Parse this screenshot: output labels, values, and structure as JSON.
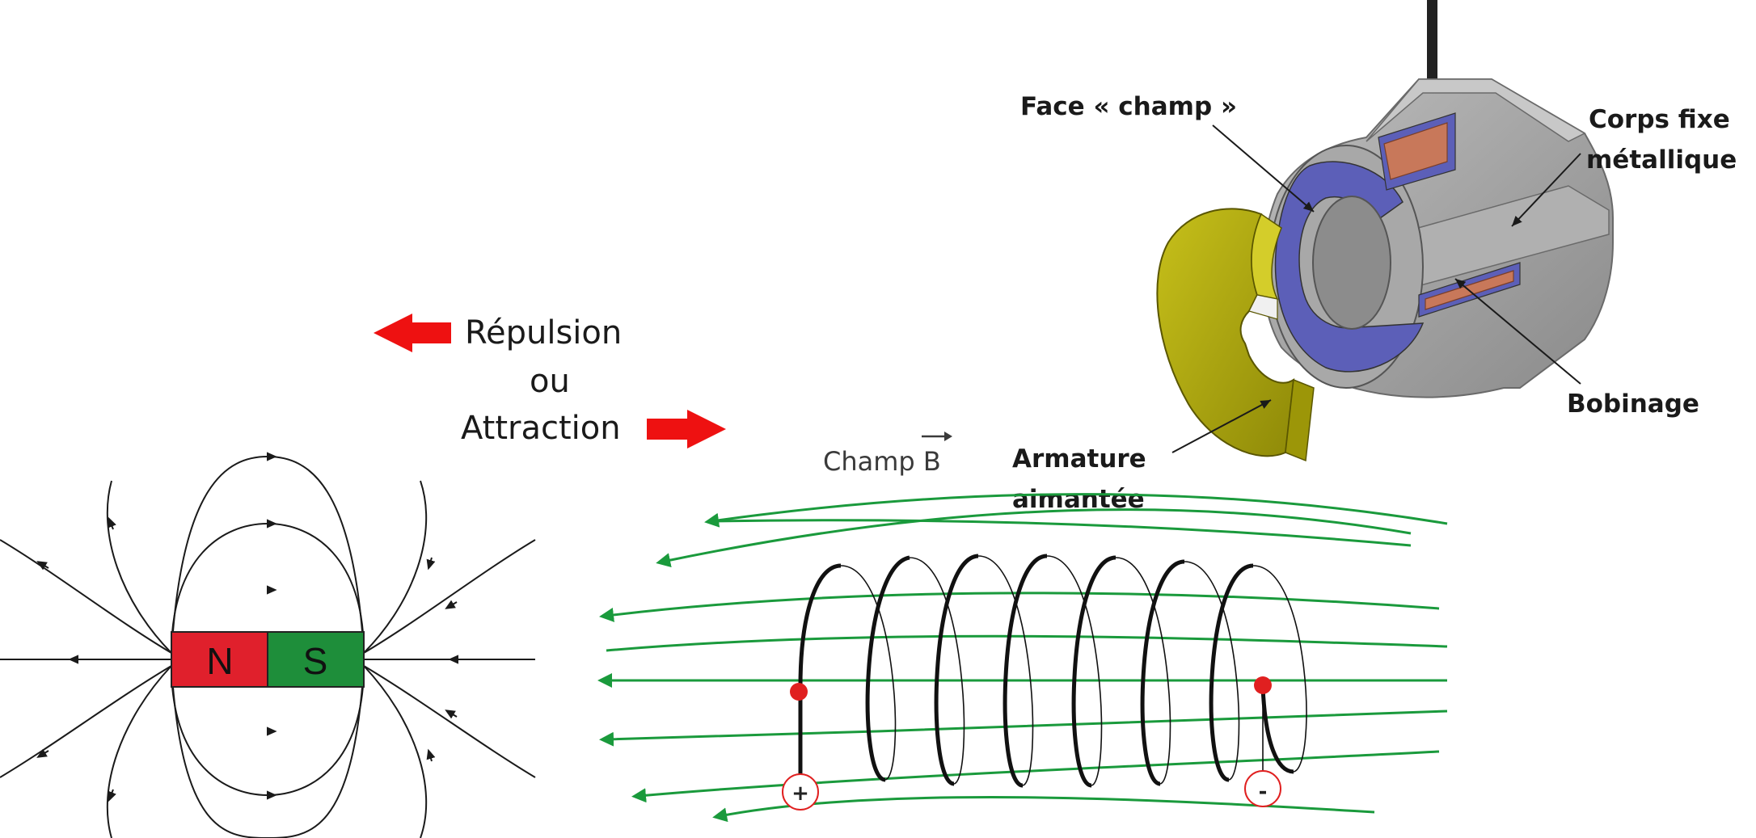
{
  "labels": {
    "face_champ": "Face « champ »",
    "corps_fixe_1": "Corps fixe",
    "corps_fixe_2": "métallique",
    "bobinage": "Bobinage",
    "armature_1": "Armature",
    "armature_2": "aimantée",
    "repulsion": "Répulsion",
    "ou": "ou",
    "attraction": "Attraction",
    "champ_b": "Champ B",
    "pole_n": "N",
    "pole_s": "S",
    "plus": "+",
    "minus": "-"
  },
  "colors": {
    "arrow_red": "#ee1111",
    "north_red": "#e0202c",
    "south_green": "#1e8e3a",
    "field_green": "#1a9a3c",
    "terminal_red": "#e02020",
    "coil_copper": "#c8785a",
    "yoke_grey": "#9b9b9b",
    "pole_blue": "#5c5fb8",
    "armature_yellow": "#b3ad12"
  },
  "icons": {
    "repulsion": "arrow-left-icon",
    "attraction": "arrow-right-icon"
  }
}
